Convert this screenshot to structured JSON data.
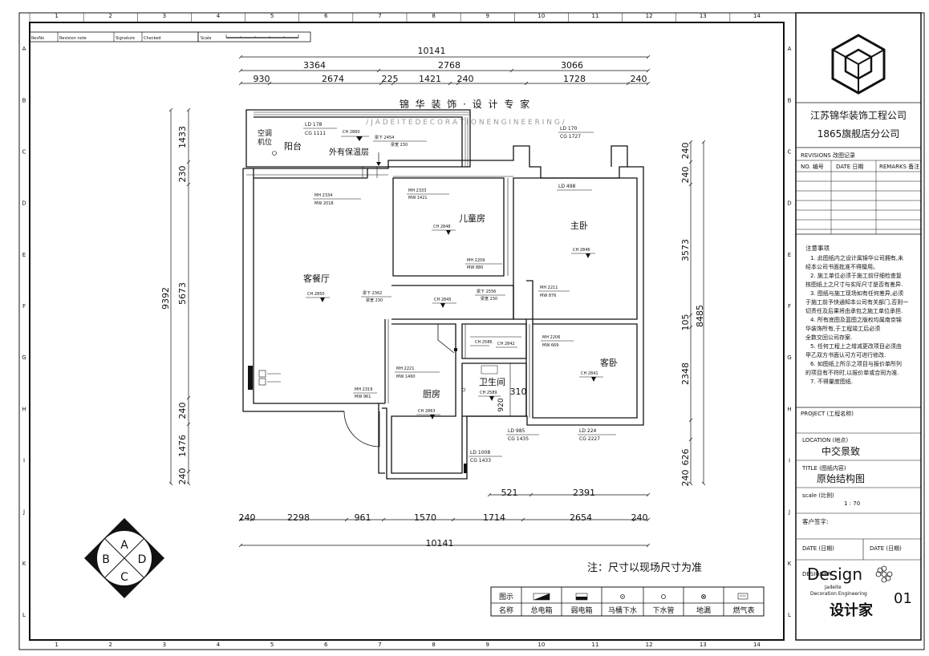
{
  "grid": {
    "cols": [
      "1",
      "2",
      "3",
      "4",
      "5",
      "6",
      "7",
      "8",
      "9",
      "10",
      "11",
      "12",
      "13",
      "14"
    ],
    "rows": [
      "A",
      "B",
      "C",
      "D",
      "E",
      "F",
      "G",
      "H",
      "I",
      "J",
      "K",
      "L"
    ]
  },
  "revision_header": {
    "rev": "RevNo",
    "note": "Revision note",
    "sig": "Signature",
    "chk": "Checked",
    "scale": "Scale"
  },
  "banner": {
    "chinese": "锦  华  装  饰  ·  设  计  专  家",
    "english": "/ J A D E I T E   D E C O R A T I O N   E N G I N E E R I N G /"
  },
  "dims": {
    "total_top": "10141",
    "top_mid": [
      "3364",
      "2768",
      "3066"
    ],
    "top_low": [
      "930",
      "2674",
      "225",
      "1421",
      "240",
      "1728",
      "240"
    ],
    "left_total": "9392",
    "left": [
      "1433",
      "230",
      "5673",
      "240",
      "1476",
      "240"
    ],
    "right": [
      "240",
      "240",
      "3573",
      "105",
      "8485",
      "2348",
      "240",
      "626"
    ],
    "bottom_low": [
      "240",
      "2298",
      "961",
      "1570",
      "1714",
      "2654",
      "240"
    ],
    "bottom_total": "10141",
    "bottom_upper": [
      "521",
      "2391"
    ],
    "misc": [
      "310",
      "920"
    ]
  },
  "rooms": {
    "aircon": "空调\n机位",
    "balcony": "阳台",
    "insulation": "外有保温层",
    "living": "客餐厅",
    "kids": "儿童房",
    "master": "主卧",
    "guest": "客卧",
    "kitchen": "厨房",
    "bath": "卫生间"
  },
  "annotations": {
    "ld178": "LD 178",
    "cg1111": "CG  1111",
    "ch2860a": "CH 2860",
    "beam_a1": "梁下 2454",
    "beam_a2": "梁宽 230",
    "ld170": "LD 170",
    "cg1727": "CG  1727",
    "mh2334": "MH 2334",
    "mw2018": "MW 2018",
    "mh2333": "MH 2333",
    "mw1421": "MW 1421",
    "ch2848": "CH 2848",
    "ld498": "LD 498",
    "ch2846": "CH 2846",
    "mh2209": "MH 2209",
    "mw880": "MW 880",
    "ch2850": "CH 2850",
    "beam_b1": "梁下 2362",
    "beam_b2": "梁宽 230",
    "ch2845": "CH 2845",
    "beam_c1": "梁下 2556",
    "beam_c2": "梁宽 230",
    "mh2211": "MH 2211",
    "mw876": "MW 876",
    "ch2586": "CH 2586",
    "ch2842": "CH 2842",
    "mh2206": "MH 2206",
    "mw669": "MW 669",
    "ch2841": "CH 2841",
    "mh2221": "MH 2221",
    "mw1460": "MW 1460",
    "mh2319": "MH 2319",
    "mw961": "MW 961",
    "ch2863": "CH 2863",
    "ch2589": "CH 2589",
    "ld985": "LD 985",
    "cg1435": "CG  1435",
    "ld224": "LD 224",
    "cg2227": "CG  2227",
    "ld1008": "LD 1008",
    "cg1433": "CG  1433"
  },
  "note": "注：尺寸以现场尺寸为准",
  "legend": {
    "header": "图示",
    "name_header": "名称",
    "items": [
      "总电箱",
      "弱电箱",
      "马桶下水",
      "下水管",
      "地漏",
      "燃气表"
    ]
  },
  "compass": {
    "a": "A",
    "b": "B",
    "c": "C",
    "d": "D"
  },
  "title_block": {
    "company": "江苏锦华装饰工程公司",
    "branch": "1865旗舰店分公司",
    "revisions": "REVISIONS 改图记录",
    "rev_no": "NO. 编号",
    "rev_date": "DATE 日期",
    "rev_remarks": "REMARKS 备注",
    "notes_title": "注意事项",
    "notes": [
      "1. 此图纸内之设计属锦华公司拥有,未",
      "经本公司书面批准不得擅用。",
      "2. 施工单位必须于施工前仔细检查复",
      "核图纸上之尺寸与实际尺寸是否有差异.",
      "3. 图纸与施工现场如有任何差异,必须",
      "于施工前予快通知本公司有关部门,否则一",
      "切责任及后果将由承包之施工单位承担.",
      "4. 所有底图及蓝图之版权均属南京锦",
      "华装饰所有,于工程竣工后必须",
      "全数交回公司存案.",
      "5. 任何工程上之增减更改项目必须由",
      "甲乙双方书面认可方可进行修改.",
      "6. 如图纸上所示之项目与报价单所列",
      "的项目有不符时,以报价单或合同为准.",
      "7. 不得量度图纸."
    ],
    "project_label": "PROJECT (工程名称)",
    "location_label": "LOCATION (地点)",
    "location": "中交景致",
    "title_label": "TITLE (图纸内容)",
    "title": "原始结构图",
    "scale_label": "scale  (比例)",
    "scale": "1  :  70",
    "client_sign": "客户签字:",
    "date1": "DATE (日期)",
    "date2": "DATE (日期)",
    "designer": "DESIGNER",
    "logo_design": "Design",
    "logo_sub": "Jadeite",
    "logo_sub2": "Decoration Engineering",
    "logo_cn": "设计家",
    "sheet_no": "01"
  }
}
